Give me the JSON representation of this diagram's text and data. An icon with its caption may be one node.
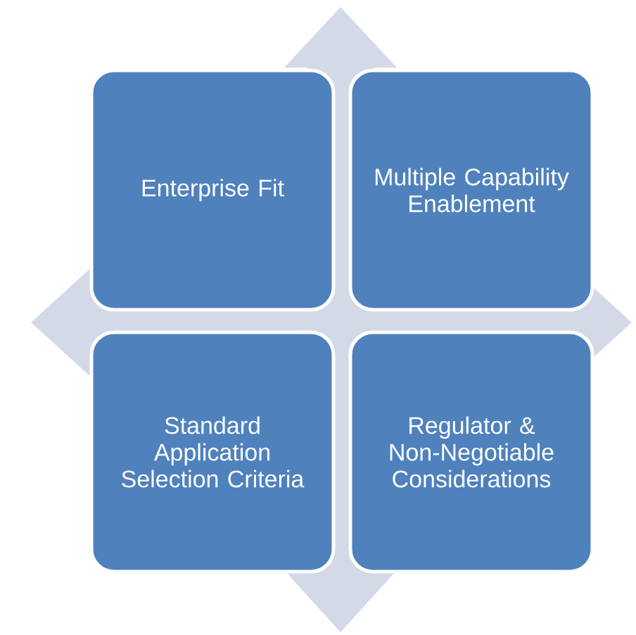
{
  "diagram": {
    "nodes": [
      {
        "text": [
          "Enterprise Fit"
        ]
      },
      {
        "text": [
          "Multiple Capability Enablement"
        ]
      },
      {
        "text": [
          "Standard Application Selection Criteria"
        ]
      },
      {
        "text": [
          "Regulator & Non-Negotiable Considerations"
        ]
      }
    ]
  }
}
